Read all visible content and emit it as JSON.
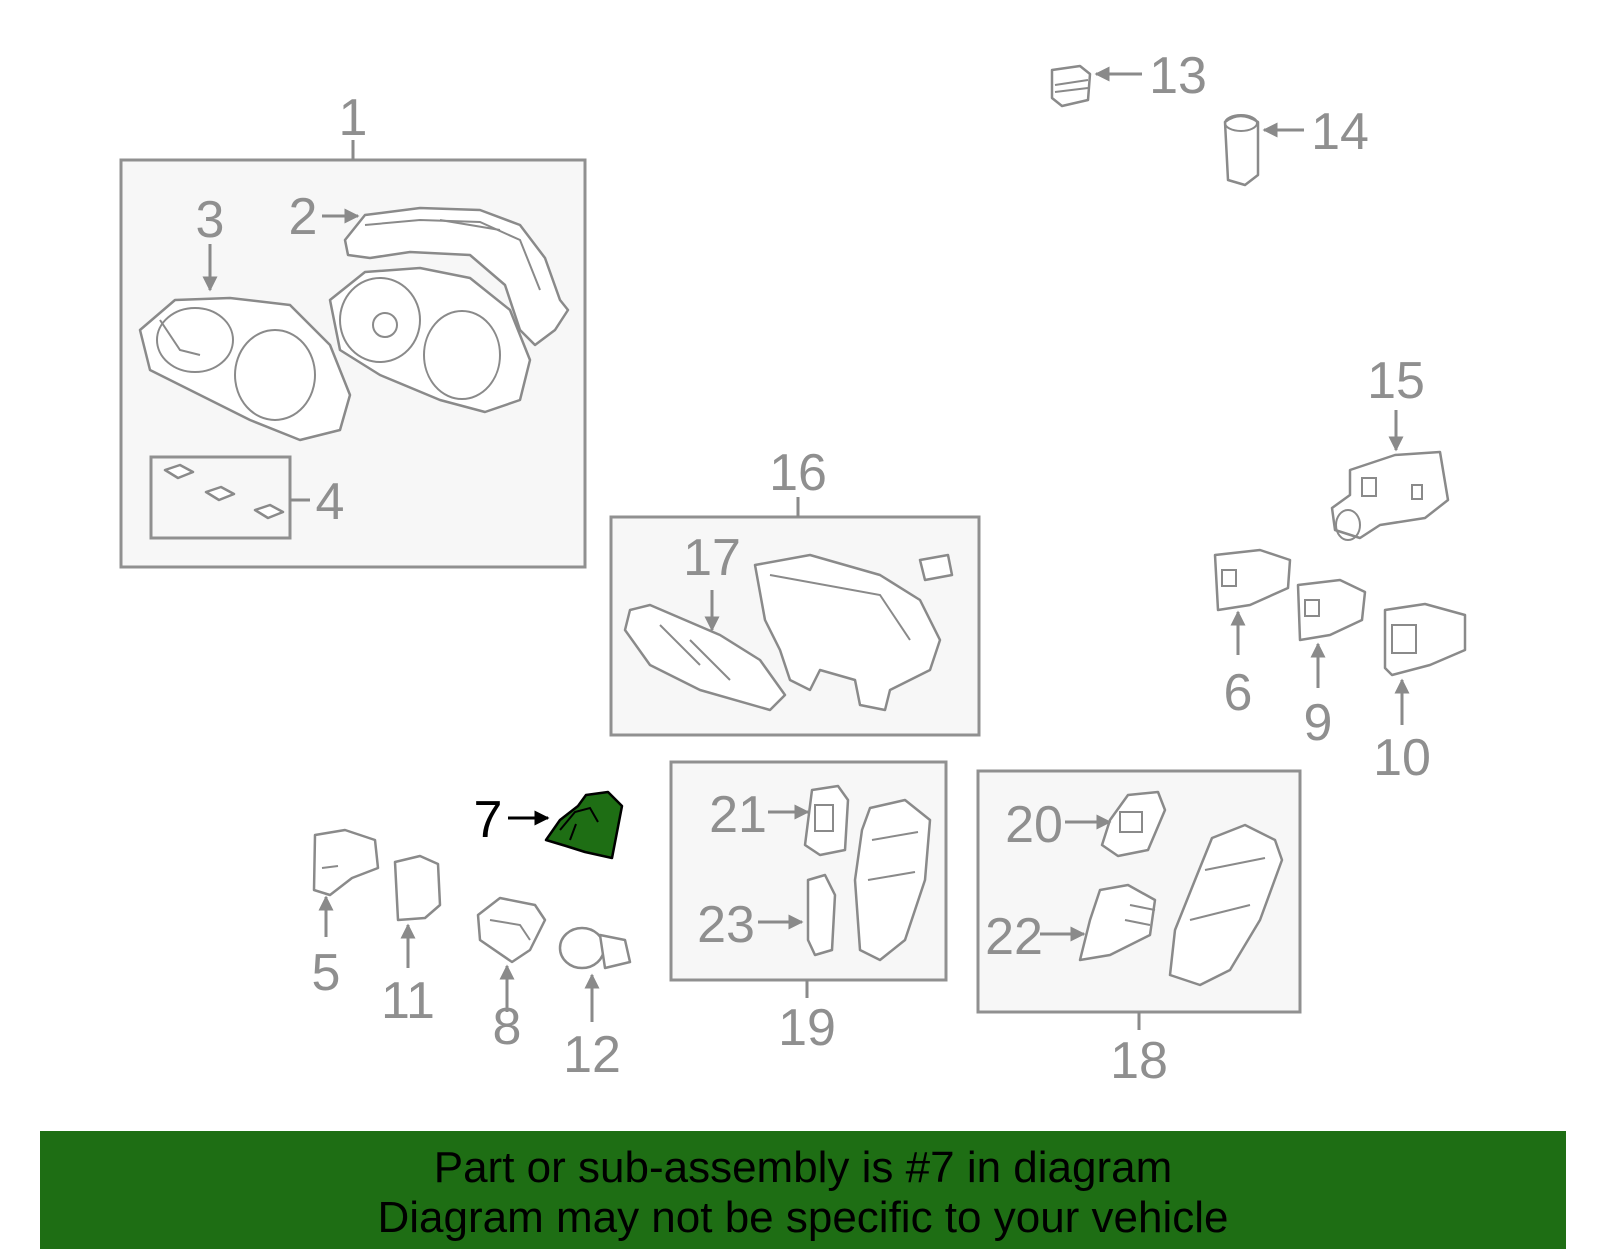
{
  "diagram": {
    "callouts": {
      "c1": "1",
      "c2": "2",
      "c3": "3",
      "c4": "4",
      "c5": "5",
      "c6": "6",
      "c7": "7",
      "c8": "8",
      "c9": "9",
      "c10": "10",
      "c11": "11",
      "c12": "12",
      "c13": "13",
      "c14": "14",
      "c15": "15",
      "c16": "16",
      "c17": "17",
      "c18": "18",
      "c19": "19",
      "c20": "20",
      "c21": "21",
      "c22": "22",
      "c23": "23"
    },
    "highlighted_part": "7",
    "colors": {
      "highlight": "#1e6e14",
      "line": "#8a8a8a",
      "box_fill": "#f7f7f7",
      "text": "#8f8f8f"
    }
  },
  "banner": {
    "line1": "Part or sub-assembly is #7 in diagram",
    "line2": "Diagram may not be specific to your vehicle"
  }
}
